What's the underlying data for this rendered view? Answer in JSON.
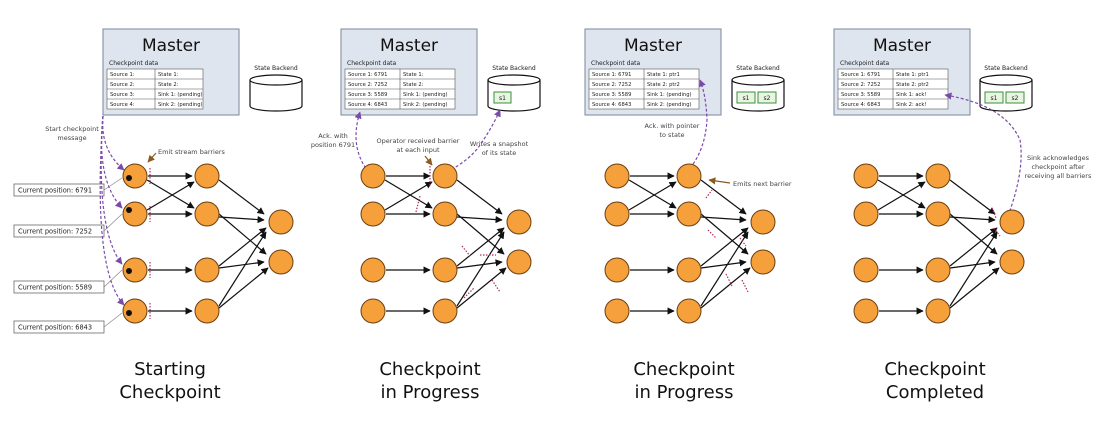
{
  "panels": [
    {
      "master_title": "Master",
      "checkpoint_label": "Checkpoint data",
      "table": [
        [
          "Source 1:",
          "State 1:"
        ],
        [
          "Source 2:",
          "State 2:"
        ],
        [
          "Source 3:",
          "Sink 1: (pending)"
        ],
        [
          "Source 4:",
          "Sink 2: (pending)"
        ]
      ],
      "backend_label": "State Backend",
      "backend_items": [],
      "caption": [
        "Starting",
        "Checkpoint"
      ],
      "annotations": [
        "Start checkpoint",
        "message",
        "Emit stream barriers"
      ],
      "positions": [
        "Current position: 6791",
        "Current position: 7252",
        "Current position: 5589",
        "Current position: 6843"
      ]
    },
    {
      "master_title": "Master",
      "checkpoint_label": "Checkpoint data",
      "table": [
        [
          "Source 1: 6791",
          "State 1:"
        ],
        [
          "Source 2: 7252",
          "State 2:"
        ],
        [
          "Source 3: 5589",
          "Sink 1: (pending)"
        ],
        [
          "Source 4: 6843",
          "Sink 2: (pending)"
        ]
      ],
      "backend_label": "State Backend",
      "backend_items": [
        "s1"
      ],
      "caption": [
        "Checkpoint",
        "in Progress"
      ],
      "annotations": [
        "Ack. with",
        "position 6791",
        "Operator received barrier",
        "at each input",
        "Writes a snapshot",
        "of its state"
      ]
    },
    {
      "master_title": "Master",
      "checkpoint_label": "Checkpoint data",
      "table": [
        [
          "Source 1: 6791",
          "State 1: ptr1"
        ],
        [
          "Source 2: 7252",
          "State 2: ptr2"
        ],
        [
          "Source 3: 5589",
          "Sink 1: (pending)"
        ],
        [
          "Source 4: 6843",
          "Sink 2: (pending)"
        ]
      ],
      "backend_label": "State Backend",
      "backend_items": [
        "s1",
        "s2"
      ],
      "caption": [
        "Checkpoint",
        "in Progress"
      ],
      "annotations": [
        "Ack. with pointer",
        "to state",
        "Emits next barrier"
      ]
    },
    {
      "master_title": "Master",
      "checkpoint_label": "Checkpoint data",
      "table": [
        [
          "Source 1: 6791",
          "State 1: ptr1"
        ],
        [
          "Source 2: 7252",
          "State 2: ptr2"
        ],
        [
          "Source 3: 5589",
          "Sink 1: ack!"
        ],
        [
          "Source 4: 6843",
          "Sink 2: ack!"
        ]
      ],
      "backend_label": "State Backend",
      "backend_items": [
        "s1",
        "s2"
      ],
      "caption": [
        "Checkpoint",
        "Completed"
      ],
      "annotations": [
        "Sink acknowledges",
        "checkpoint after",
        "receiving all barriers"
      ]
    }
  ],
  "colors": {
    "master_fill": "#dfe5ef",
    "master_stroke": "#7a8698",
    "node_fill": "#f5a03a",
    "node_stroke": "#6b3f12",
    "ack_arrow": "#7a4aa8",
    "annotation_arrow": "#8a5a1f",
    "barrier": "#b03060",
    "snapshot_fill": "#e8f5e0",
    "snapshot_stroke": "#3c8f3c"
  }
}
